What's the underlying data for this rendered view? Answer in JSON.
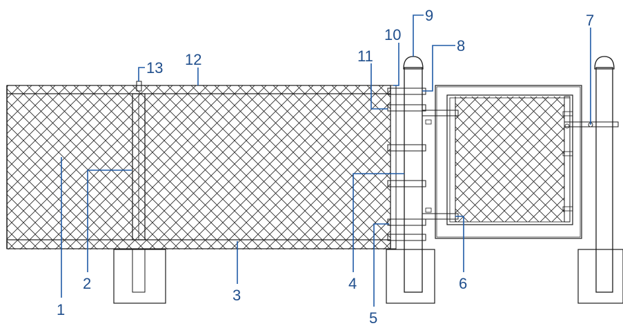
{
  "callouts": [
    {
      "id": "1",
      "label": "1"
    },
    {
      "id": "2",
      "label": "2"
    },
    {
      "id": "3",
      "label": "3"
    },
    {
      "id": "4",
      "label": "4"
    },
    {
      "id": "5",
      "label": "5"
    },
    {
      "id": "6",
      "label": "6"
    },
    {
      "id": "7",
      "label": "7"
    },
    {
      "id": "8",
      "label": "8"
    },
    {
      "id": "9",
      "label": "9"
    },
    {
      "id": "10",
      "label": "10"
    },
    {
      "id": "11",
      "label": "11"
    },
    {
      "id": "12",
      "label": "12"
    },
    {
      "id": "13",
      "label": "13"
    }
  ],
  "colors": {
    "callout_text": "#1f4e8c",
    "leader_line": "#1f5aa6",
    "linework": "#1a1a1a"
  }
}
